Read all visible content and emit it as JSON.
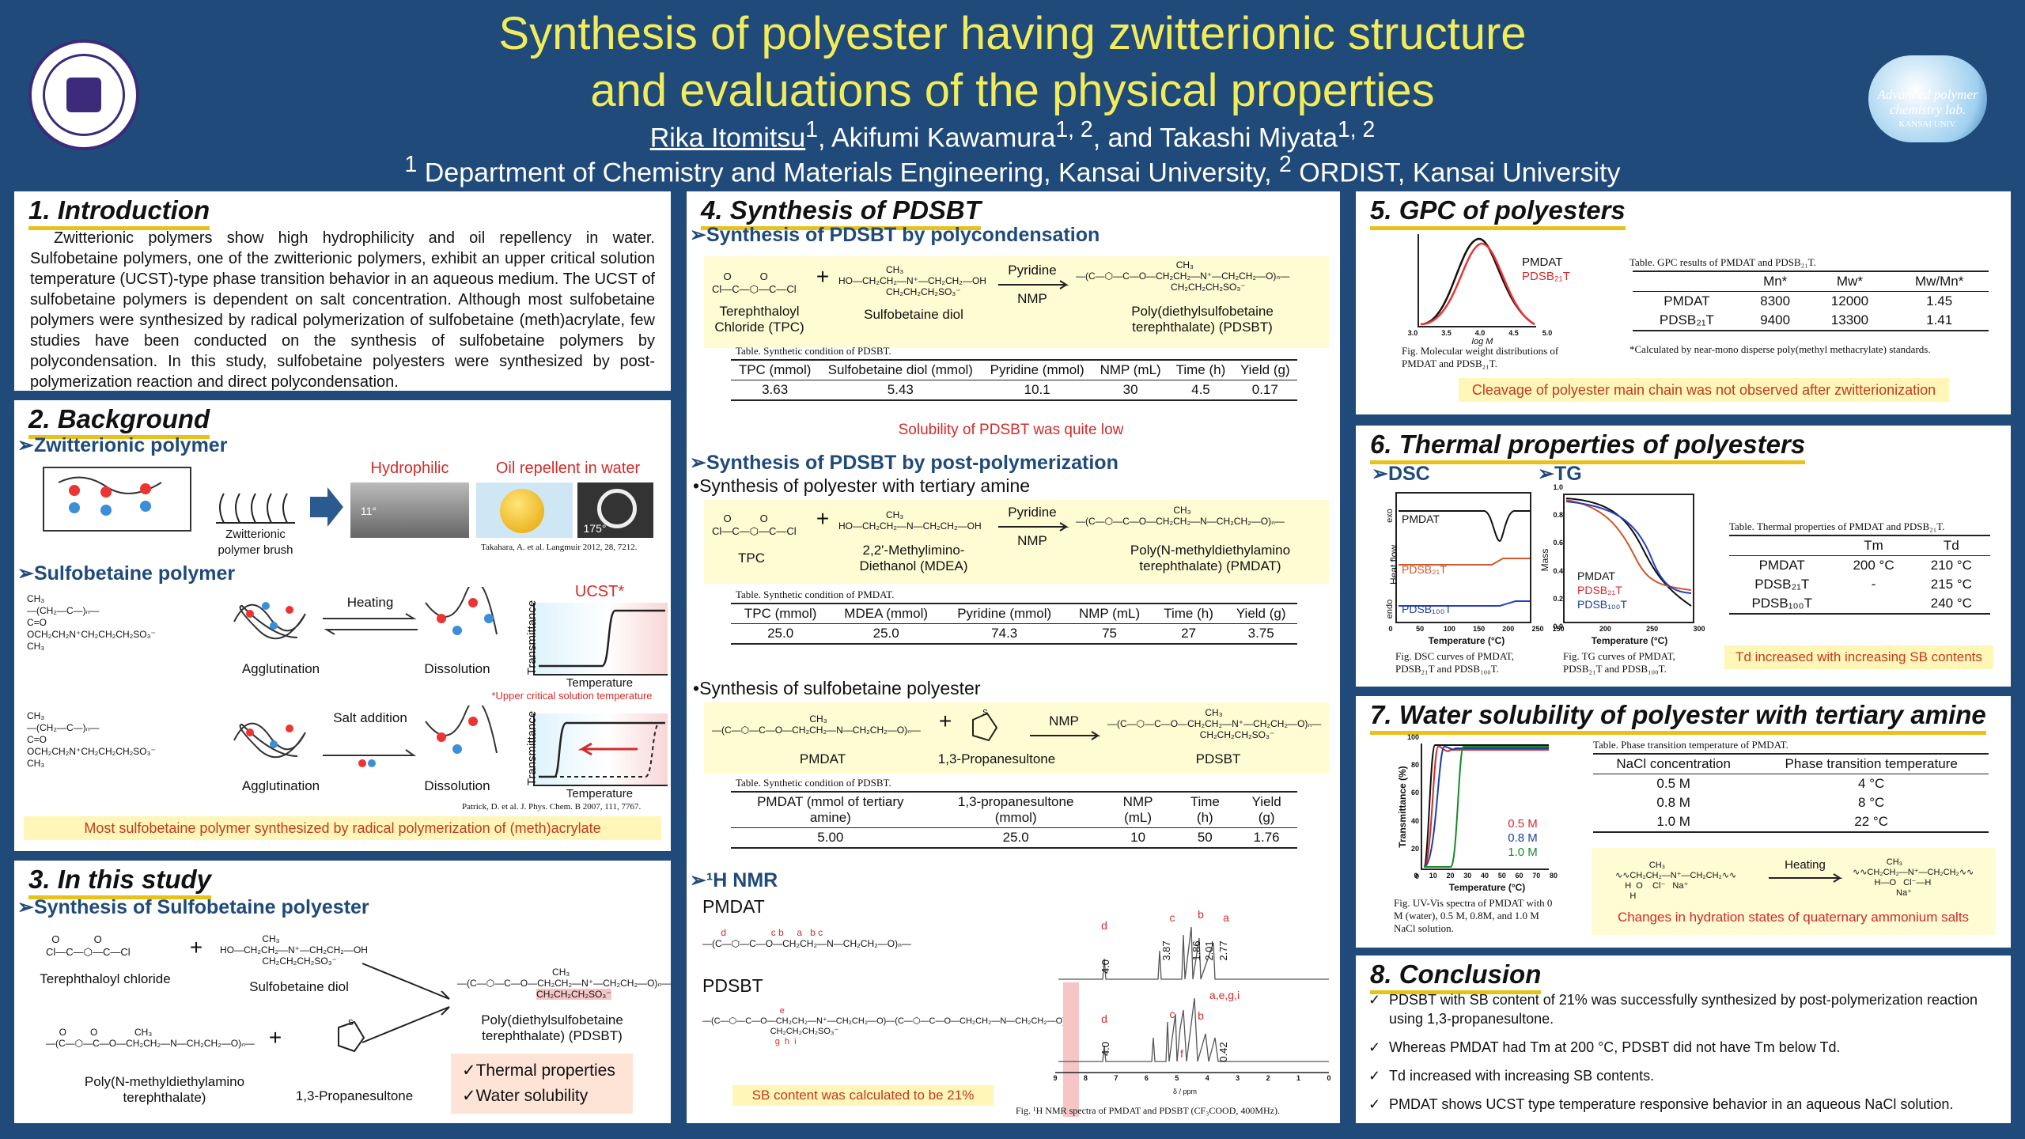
{
  "header": {
    "title_line1": "Synthesis of polyester having zwitterionic structure",
    "title_line2": "and evaluations of the physical properties",
    "author1": "Rika Itomitsu",
    "author1_sup": "1",
    "author2": ", Akifumi Kawamura",
    "author2_sup": "1, 2",
    "author3": ", and Takashi Miyata",
    "author3_sup": "1, 2",
    "affil_sup1": "1",
    "affil1": " Department of Chemistry and Materials Engineering, Kansai University, ",
    "affil_sup2": "2",
    "affil2": " ORDIST, Kansai University",
    "lab_logo_line1": "Advanced polymer",
    "lab_logo_line2": "chemistry lab.",
    "lab_logo_line3": "KANSAI UNIV."
  },
  "intro": {
    "title": "1. Introduction",
    "text": "Zwitterionic polymers show high hydrophilicity and oil repellency in water. Sulfobetaine polymers, one of the zwitterionic polymers, exhibit an upper critical solution temperature (UCST)-type phase transition behavior in an aqueous medium. The UCST of sulfobetaine polymers is dependent on salt concentration. Although most sulfobetaine polymers were synthesized by radical polymerization of sulfobetaine (meth)acrylate, few studies have been conducted on the synthesis of sulfobetaine polymers by polycondensation. In this study, sulfobetaine polyesters were synthesized by post-polymerization reaction and direct polycondensation."
  },
  "background": {
    "title": "2. Background",
    "sub1": "Zwitterionic polymer",
    "brush_label": "Zwitterionic polymer brush",
    "hydrophilic": "Hydrophilic",
    "oil_repellent": "Oil repellent in water",
    "angle1": "11°",
    "angle2": "175°",
    "ref1": "Takahara, A. et al. Langmuir 2012, 28, 7212.",
    "sub2": "Sulfobetaine polymer",
    "heating": "Heating",
    "agglutination": "Agglutination",
    "dissolution": "Dissolution",
    "ucst": "UCST*",
    "transmittance": "Transmittance",
    "temperature": "Temperature",
    "ucst_note": "*Upper critical solution temperature",
    "salt": "Salt addition",
    "ref2": "Patrick, D. et al. J. Phys. Chem. B 2007, 111, 7767.",
    "banner": "Most sulfobetaine polymer synthesized by radical polymerization of (meth)acrylate",
    "chem_a": "OCH₂CH₂N⁺CH₂CH₂CH₂SO₃⁻"
  },
  "study": {
    "title": "3. In this study",
    "sub": "Synthesis of Sulfobetaine polyester",
    "tpc": "Terephthaloyl chloride",
    "diol": "Sulfobetaine diol",
    "pmdat": "Poly(N-methyldiethylamino terephthalate)",
    "sultone": "1,3-Propanesultone",
    "product": "Poly(diethylsulfobetaine terephthalate) (PDSBT)",
    "check1": "Thermal properties",
    "check2": "Water solubility"
  },
  "synthesis": {
    "title": "4. Synthesis of PDSBT",
    "sub1": "Synthesis of PDSBT by polycondensation",
    "pyridine": "Pyridine",
    "nmp": "NMP",
    "tpc_full": "Terephthaloyl Chloride (TPC)",
    "sb_diol": "Sulfobetaine diol",
    "pdsbt_full": "Poly(diethylsulfobetaine terephthalate) (PDSBT)",
    "t1_caption": "Table. Synthetic condition of PDSBT.",
    "t1_headers": [
      "TPC (mmol)",
      "Sulfobetaine diol (mmol)",
      "Pyridine (mmol)",
      "NMP (mL)",
      "Time (h)",
      "Yield (g)"
    ],
    "t1_row": [
      "3.63",
      "5.43",
      "10.1",
      "30",
      "4.5",
      "0.17"
    ],
    "t1_note": "Solubility of PDSBT was quite low",
    "sub2": "Synthesis of PDSBT by post-polymerization",
    "bullet1": "Synthesis of polyester with tertiary amine",
    "tpc": "TPC",
    "mdea": "2,2'-Methylimino-Diethanol (MDEA)",
    "pmdat_full": "Poly(N-methyldiethylamino terephthalate) (PMDAT)",
    "t2_caption": "Table. Synthetic condition of PMDAT.",
    "t2_headers": [
      "TPC (mmol)",
      "MDEA (mmol)",
      "Pyridine (mmol)",
      "NMP (mL)",
      "Time (h)",
      "Yield (g)"
    ],
    "t2_row": [
      "25.0",
      "25.0",
      "74.3",
      "75",
      "27",
      "3.75"
    ],
    "bullet2": "Synthesis of sulfobetaine polyester",
    "pmdat": "PMDAT",
    "sultone": "1,3-Propanesultone",
    "pdsbt": "PDSBT",
    "t3_caption": "Table. Synthetic condition of PDSBT.",
    "t3_headers": [
      "PMDAT (mmol of tertiary amine)",
      "1,3-propanesultone (mmol)",
      "NMP (mL)",
      "Time (h)",
      "Yield (g)"
    ],
    "t3_row": [
      "5.00",
      "25.0",
      "10",
      "50",
      "1.76"
    ],
    "nmr_sub": "¹H NMR",
    "nmr_pmdat": "PMDAT",
    "nmr_pdsbt": "PDSBT",
    "nmr_ints1": [
      "4.0",
      "3.87",
      "1.86",
      "2.01",
      "2.77"
    ],
    "nmr_ints2": [
      "4.0",
      "0.42"
    ],
    "nmr_labels": [
      "d",
      "c",
      "b",
      "a",
      "a,e,g,i",
      "f"
    ],
    "sb_banner": "SB content was calculated to be 21%",
    "nmr_caption": "Fig. ¹H NMR spectra of PMDAT and PDSBT (CF₃COOD, 400MHz).",
    "ppm": "δ / ppm",
    "ppm_ticks": [
      "9",
      "8",
      "7",
      "6",
      "5",
      "4",
      "3",
      "2",
      "1",
      "0"
    ]
  },
  "gpc": {
    "title": "5. GPC of polyesters",
    "leg1": "PMDAT",
    "leg2": "PDSB₂₁T",
    "xlabel": "log M",
    "xticks": [
      "3.0",
      "3.5",
      "4.0",
      "4.5",
      "5.0"
    ],
    "fig_caption": "Fig. Molecular weight distributions of PMDAT and PDSB₂₁T.",
    "t_caption": "Table. GPC results of PMDAT and PDSB₂₁T.",
    "t_headers": [
      "",
      "Mn*",
      "Mw*",
      "Mw/Mn*"
    ],
    "t_rows": [
      [
        "PMDAT",
        "8300",
        "12000",
        "1.45"
      ],
      [
        "PDSB₂₁T",
        "9400",
        "13300",
        "1.41"
      ]
    ],
    "t_note": "*Calculated by near-mono disperse poly(methyl methacrylate) standards.",
    "banner": "Cleavage of polyester main chain was not observed after zwitterionization"
  },
  "thermal": {
    "title": "6. Thermal properties of polyesters",
    "dsc": "DSC",
    "tg": "TG",
    "dsc_ylabel": "Heat flow",
    "exo": "exo",
    "endo": "endo",
    "dsc_l1": "PMDAT",
    "dsc_l2": "PDSB₂₁T",
    "dsc_l3": "PDSB₁₀₀T",
    "dsc_xticks": [
      "0",
      "50",
      "100",
      "150",
      "200",
      "250"
    ],
    "temp_label": "Temperature (°C)",
    "dsc_caption": "Fig. DSC curves of PMDAT, PDSB₂₁T and PDSB₁₀₀T.",
    "tg_ylabel": "Mass",
    "tg_yticks": [
      "1.0",
      "0.8",
      "0.6",
      "0.4",
      "0.2",
      "0.0"
    ],
    "tg_xticks": [
      "150",
      "200",
      "250",
      "300"
    ],
    "tg_caption": "Fig. TG curves of PMDAT, PDSB₂₁T and PDSB₁₀₀T.",
    "t_caption": "Table. Thermal properties of PMDAT and PDSB₂₁T.",
    "t_headers": [
      "",
      "Tm",
      "Td"
    ],
    "t_rows": [
      [
        "PMDAT",
        "200 °C",
        "210 °C"
      ],
      [
        "PDSB₂₁T",
        "-",
        "215 °C"
      ],
      [
        "PDSB₁₀₀T",
        "",
        "240 °C"
      ]
    ],
    "banner": "Td increased with increasing SB contents"
  },
  "water": {
    "title": "7. Water solubility of polyester with tertiary amine",
    "ylabel": "Transmittance (%)",
    "xlabel": "Temperature (°C)",
    "yticks": [
      "100",
      "80",
      "60",
      "40",
      "20",
      "0"
    ],
    "xticks": [
      "0",
      "10",
      "20",
      "30",
      "40",
      "50",
      "60",
      "70",
      "80"
    ],
    "l1": "0.5 M",
    "l2": "0.8 M",
    "l3": "1.0 M",
    "fig_caption": "Fig. UV-Vis spectra of PMDAT with 0 M (water), 0.5 M, 0.8M, and 1.0 M NaCl solution.",
    "t_caption": "Table. Phase transition temperature of PMDAT.",
    "t_headers": [
      "NaCl concentration",
      "Phase transition temperature"
    ],
    "t_rows": [
      [
        "0.5 M",
        "4 °C"
      ],
      [
        "0.8 M",
        "8 °C"
      ],
      [
        "1.0 M",
        "22 °C"
      ]
    ],
    "heating": "Heating",
    "banner": "Changes in hydration states of quaternary ammonium salts"
  },
  "conclusion": {
    "title": "8. Conclusion",
    "items": [
      "PDSBT with SB content of 21% was successfully synthesized by post-polymerization reaction using 1,3-propanesultone.",
      "Whereas PMDAT had Tm at 200 °C, PDSBT did not have Tm below Td.",
      "Td increased with increasing SB contents.",
      "PMDAT shows UCST type temperature responsive behavior in an aqueous NaCl solution."
    ]
  }
}
